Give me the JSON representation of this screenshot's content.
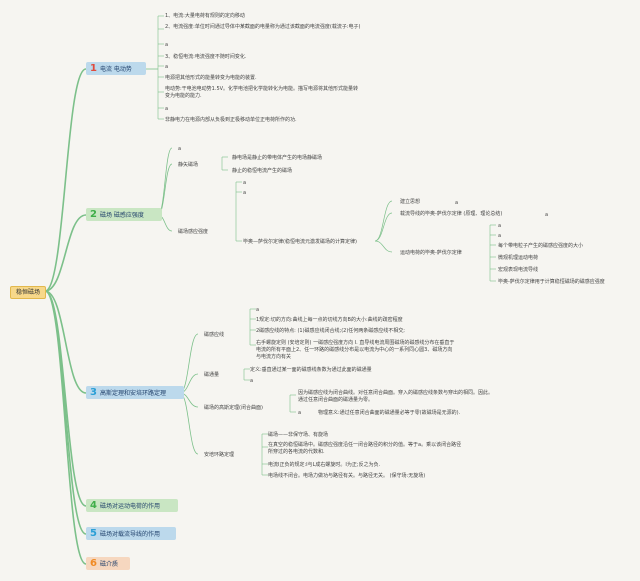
{
  "root": "稳恒磁场",
  "colors": {
    "blue": "#bcd9ec",
    "green": "#c9e6c3",
    "peach": "#f6d7bf",
    "red": "#e04b3c",
    "teal": "#2a9fd6",
    "green_num": "#3fae49",
    "orange": "#f08a24"
  },
  "sections": [
    {
      "num": "1",
      "label": "电流 电动势",
      "num_color": "#e04b3c",
      "bg": "#bcd9ec"
    },
    {
      "num": "2",
      "label": "磁场 磁感应强度",
      "num_color": "#3fae49",
      "bg": "#c9e6c3"
    },
    {
      "num": "3",
      "label": "高斯定理和安培环路定理",
      "num_color": "#2a9fd6",
      "bg": "#bcd9ec"
    },
    {
      "num": "4",
      "label": "磁场对运动电荷的作用",
      "num_color": "#3fae49",
      "bg": "#c9e6c3"
    },
    {
      "num": "5",
      "label": "磁场对载流导线的作用",
      "num_color": "#2a9fd6",
      "bg": "#bcd9ec"
    },
    {
      "num": "6",
      "label": "磁介质",
      "num_color": "#f08a24",
      "bg": "#f6d7bf"
    }
  ],
  "s1": {
    "items": [
      "1、电流:大量电荷有规则的定向移动",
      "2、电流强度:单位时间通过导体中某截面的电量称为通过该截面的电流强度(载流子:电子)",
      "a",
      "3、稳恒电流:电流强度不随时间变化.",
      "a",
      "电源把其他形式的能量转变为电能的装置.",
      "电动势:干电池电动势1.5V。化学电池把化学能转化为电能。描写电源将其他形式能量转变为电能的能力.",
      "a",
      "非静电力在电源内部从负极到正极移动单位正电荷所作的功."
    ]
  },
  "s2": {
    "a_top": "a",
    "static": {
      "label": "静矢磁场",
      "items": [
        "静电场是静止的带电体产生的电场静磁场",
        "静止的稳恒电流产生的磁场"
      ]
    },
    "induction": {
      "label": "磁场感应强度",
      "a1": "a",
      "a2": "a",
      "biot": "毕奥—萨伐尔定律(稳恒电流元激发磁场的计算定律)",
      "build": "建立思想",
      "build_a": "a",
      "line_law": "载流导线的毕奥-萨伐尔定律 (原理、理论总结)",
      "line_a": "a",
      "moving": "运动电荷的毕奥-萨伐尔定律",
      "moving_items": [
        "a",
        "a",
        "每个带电粒子产生的磁感应强度的大小",
        "微观机理运动电荷",
        "宏观表现电流导线",
        "毕奥-萨伐尔定律用于计算稳恒磁场的磁感应强度"
      ]
    }
  },
  "s3": {
    "field_lines": {
      "label": "磁感应线",
      "items": [
        "a",
        "1规定:切的方向:曲线上每一点的切线方向B的大小:曲线的疏密程度",
        "2磁感应线的特点: (1)磁感应线闭合线;(2)任何两条磁感应线不相交;",
        "右手螺旋定则 (安培定则) 一磁感应强度方向 I. 直导线电流周围磁场的磁感线分布在垂直于电流的所有平面上2、任一环路的磁感线分布是以电流为中心的一系列同心圆3、磁场方向与电流方向有关"
      ]
    },
    "flux": {
      "label": "磁通量",
      "items": [
        "定义:垂直通过某一面的磁感线条数为通过此面的磁通量",
        "a"
      ]
    },
    "gauss": {
      "label": "磁场的高斯定理(闭合曲面)",
      "main": "因为磁感应线为闭合曲线。对任意闭合曲面。穿入的磁感应线条数与穿出的相同。因此。通过任意闭合曲面的磁通量为零。",
      "a": "a",
      "sub": "物理意义:通过任意闭合曲面的磁通量必等于零(故磁场是无源的)."
    },
    "ampere": {
      "label": "安培环路定理",
      "items": [
        "磁场——非保守场、有旋场",
        "在真空的稳恒磁场中。磁感应强度沿任一闭合路径的积分的值。等于a。乘以该闭合路径所穿过的各电流的代数和.",
        "电流I正负的规定:I与L成右螺旋时。I为正;反之为负.",
        "电场线不闭合。电场力做功与路径有关。与路径无关。 (保守场:无旋场)"
      ]
    }
  }
}
